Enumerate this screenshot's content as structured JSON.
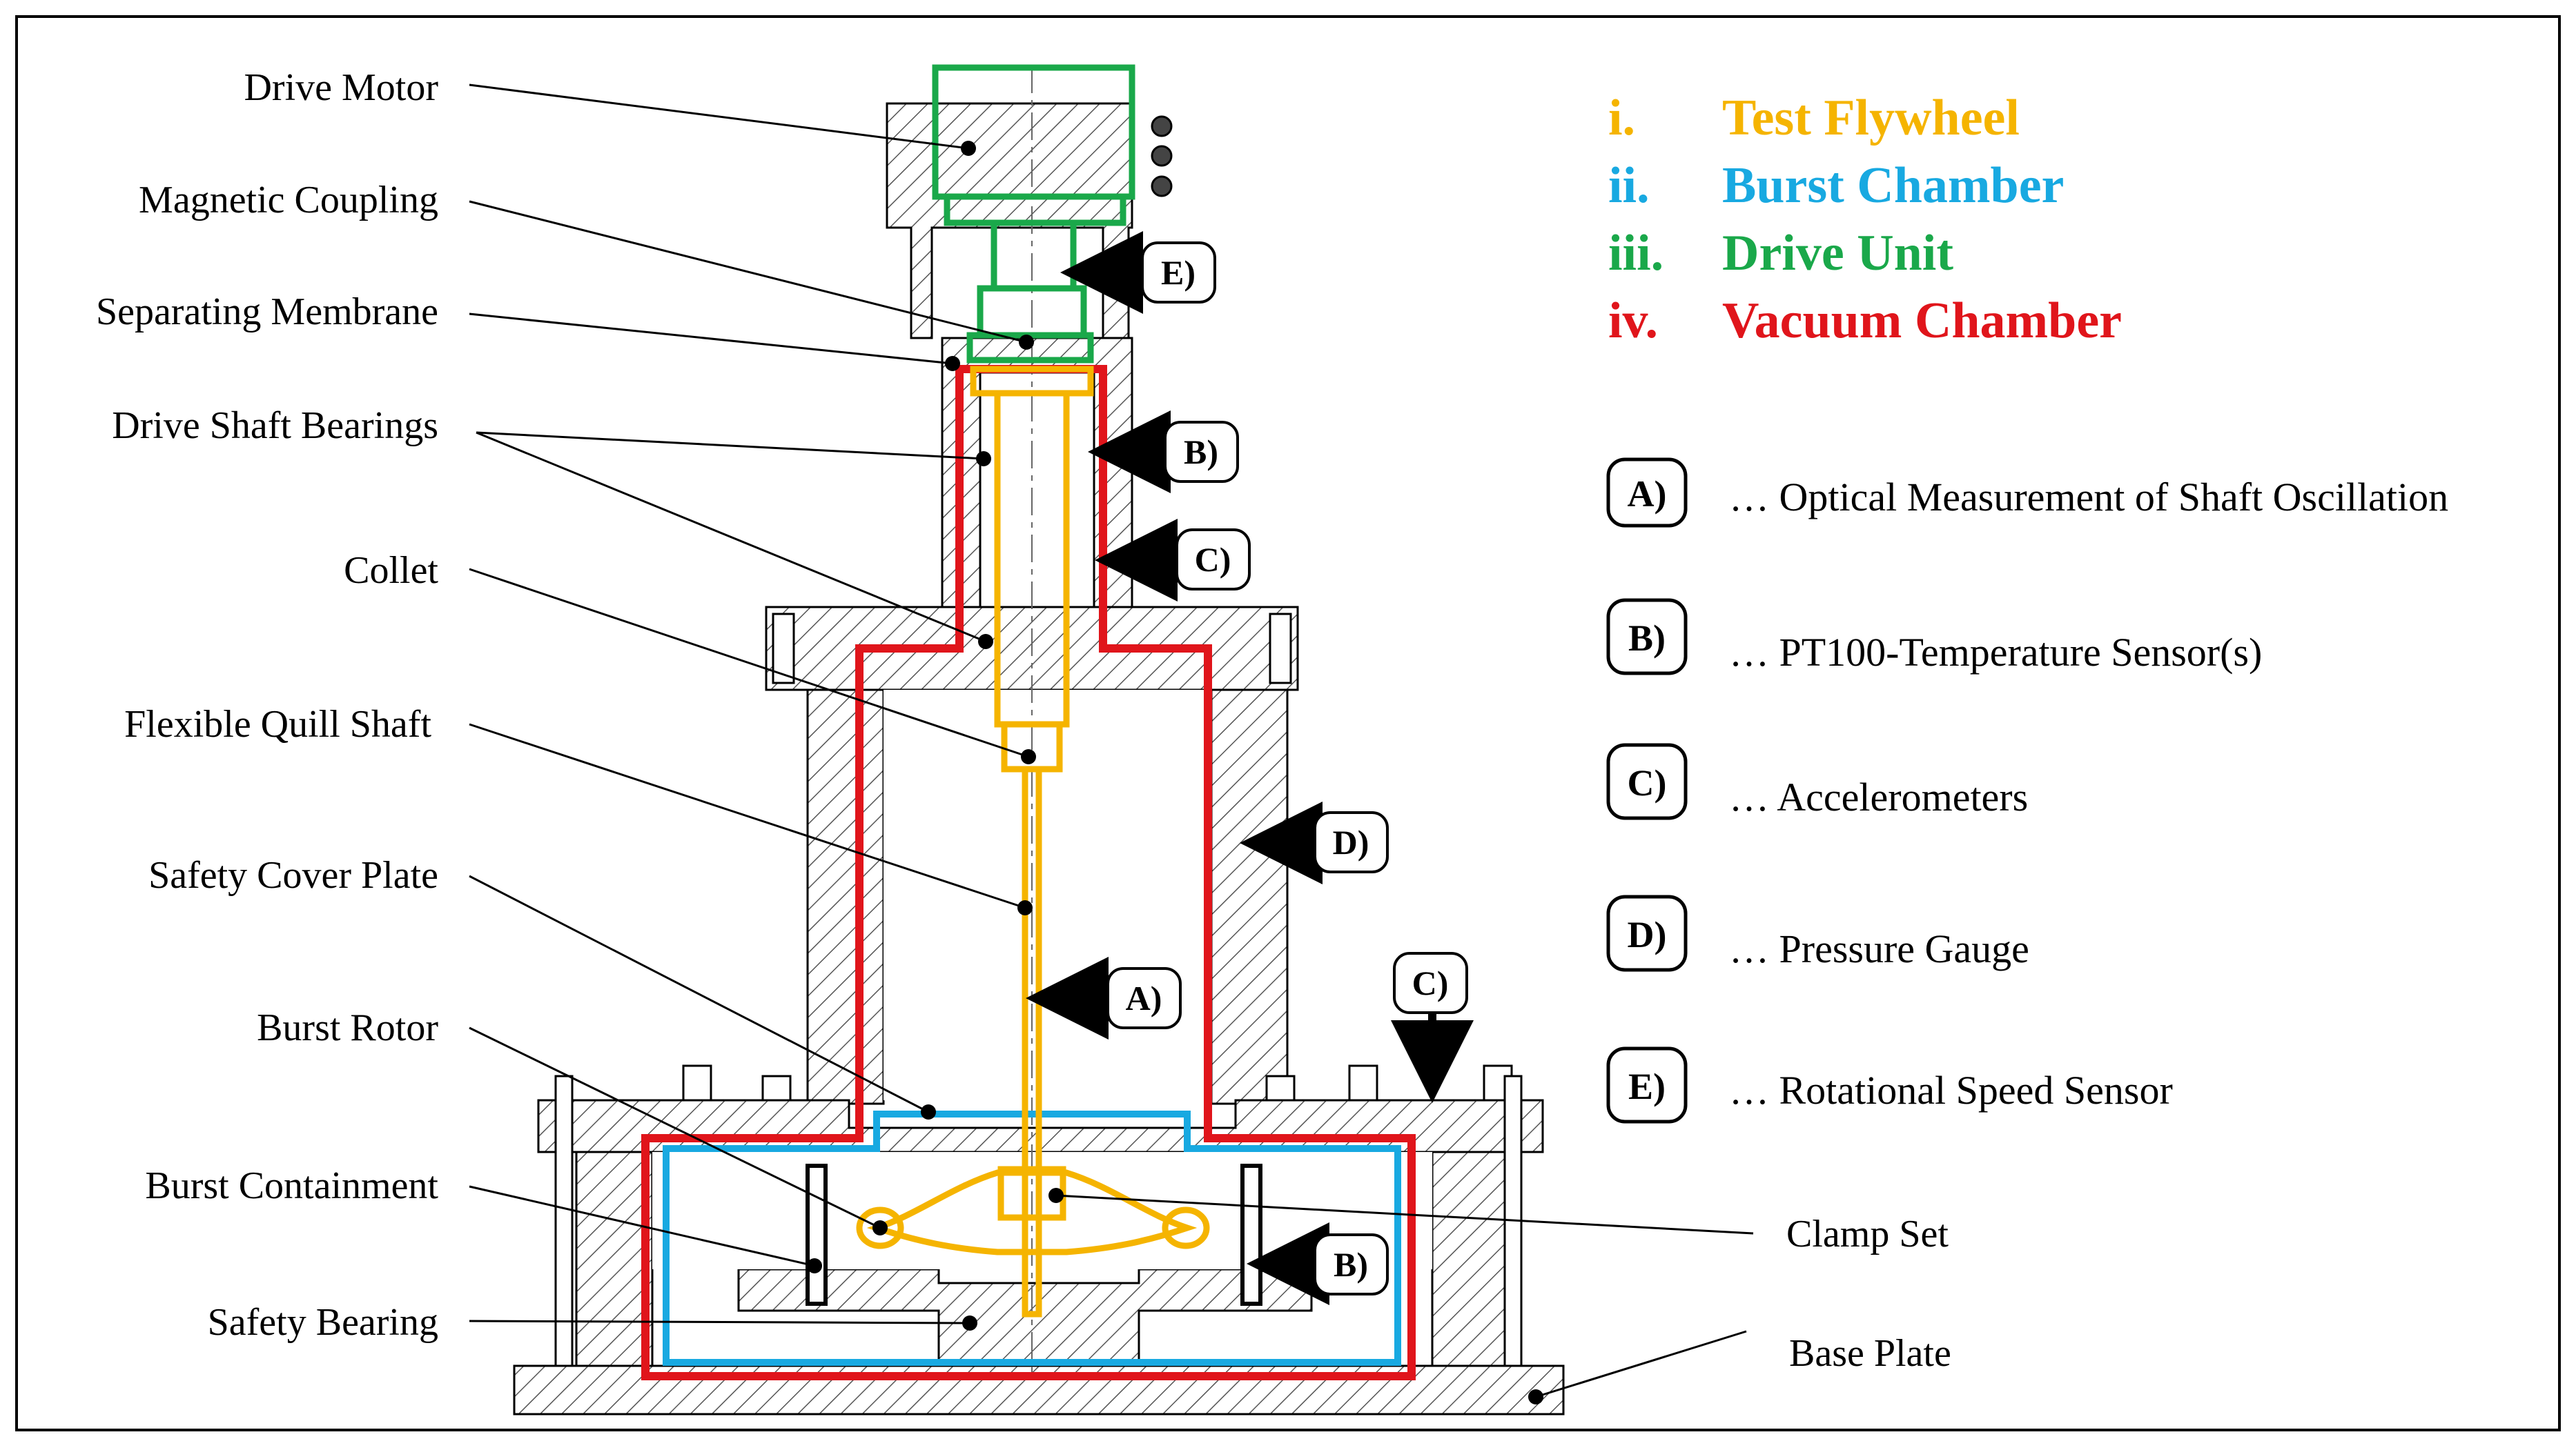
{
  "labels": [
    "Drive Motor",
    "Magnetic Coupling",
    "Separating Membrane",
    "Drive Shaft Bearings",
    "Collet",
    "Flexible Quill Shaft",
    "Safety Cover Plate",
    "Burst Rotor",
    "Burst Containment",
    "Safety Bearing"
  ],
  "right_labels": {
    "clamp_set": "Clamp Set",
    "base_plate": "Base Plate"
  },
  "systems": [
    {
      "num": "i.",
      "name": "Test Flywheel",
      "color": "#f5b400"
    },
    {
      "num": "ii.",
      "name": "Burst Chamber",
      "color": "#18a9e1"
    },
    {
      "num": "iii.",
      "name": "Drive Unit",
      "color": "#1aa84a"
    },
    {
      "num": "iv.",
      "name": "Vacuum Chamber",
      "color": "#e0151b"
    }
  ],
  "sensors": [
    {
      "key": "A)",
      "desc": "… Optical Measurement of Shaft Oscillation"
    },
    {
      "key": "B)",
      "desc": "… PT100-Temperature Sensor(s)"
    },
    {
      "key": "C)",
      "desc": "… Accelerometers"
    },
    {
      "key": "D)",
      "desc": "… Pressure Gauge"
    },
    {
      "key": "E)",
      "desc": "… Rotational Speed Sensor"
    }
  ],
  "markers": {
    "e": "E)",
    "b_top": "B)",
    "c_top": "C)",
    "d": "D)",
    "a": "A)",
    "c_bottom": "C)",
    "b_bottom": "B)"
  }
}
